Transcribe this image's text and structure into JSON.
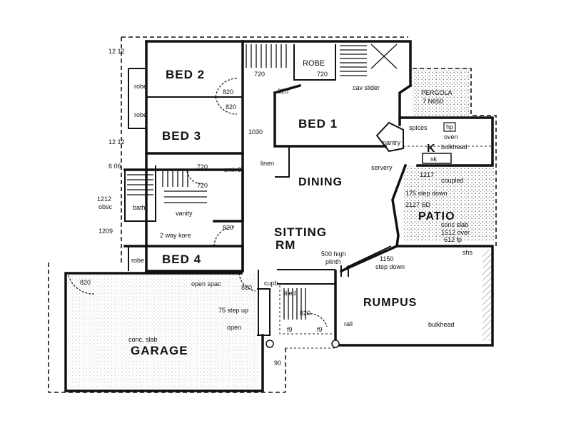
{
  "rooms": {
    "bed2": "BED 2",
    "bed3": "BED 3",
    "bed1": "BED 1",
    "bed4": "BED 4",
    "dining": "DINING",
    "sitting_1": "SITTING",
    "sitting_2": "RM",
    "rumpus": "RUMPUS",
    "garage": "GARAGE",
    "patio": "PATIO",
    "kitchen": "K",
    "robe": "ROBE",
    "pergola": "PERGOLA"
  },
  "notes": {
    "dim_1212_top": "12 12",
    "dim_1212_mid": "12 12",
    "dim_606": "6 06",
    "dim_1212_obsc": "1212",
    "obsc": "obsc",
    "dim_1209": "1209",
    "robe_bed2": "robe",
    "robe_bed3": "robe",
    "robe_bed4": "robe",
    "door_820_bed2": "820",
    "door_820_bed3": "820",
    "door_720_top": "720",
    "door_720_top_b": "720",
    "door_820_bed1": "820",
    "cav_slider": "cav slider",
    "dim_1030": "1030",
    "linen": "linen",
    "smk": "smk 9",
    "door_720_bath_a": "720",
    "door_720_bath_b": "720",
    "bath": "bath",
    "vanity": "vanity",
    "door_820_bed4": "820",
    "two_way_a": "2 way",
    "two_way_b": "kore",
    "pergola_dim": "7 N650",
    "spices": "spices",
    "hp": "hp",
    "oven": "oven",
    "pantry": "pantry",
    "bulkhead_k": "bulkhead",
    "sk": "sk",
    "servery": "servery",
    "patio_1217": "1217",
    "patio_coupled": "coupled",
    "patio_step": "175 step down",
    "patio_2127": "2127 SD",
    "conc_slab_patio": "conc slab",
    "over_1512": "1512 over",
    "fp_612": "612 fp",
    "shs": "shs",
    "plinth_1": "500 high",
    "plinth_2": "plinth",
    "step_down_1": "1150",
    "step_down_2": "step down",
    "open_space": "open spac",
    "door_820_garage": "820",
    "cupb": "cupb",
    "step_75": "75 step up",
    "open": "open",
    "tiled": "tiled",
    "door_820_entry": "820",
    "door_820_garage_left": "820",
    "f9_a": "f9",
    "f9_b": "f9",
    "rail": "rail",
    "bulkhead_r": "bulkhead",
    "conc_slab_garage": "conc. slab",
    "dim_90": "90"
  }
}
